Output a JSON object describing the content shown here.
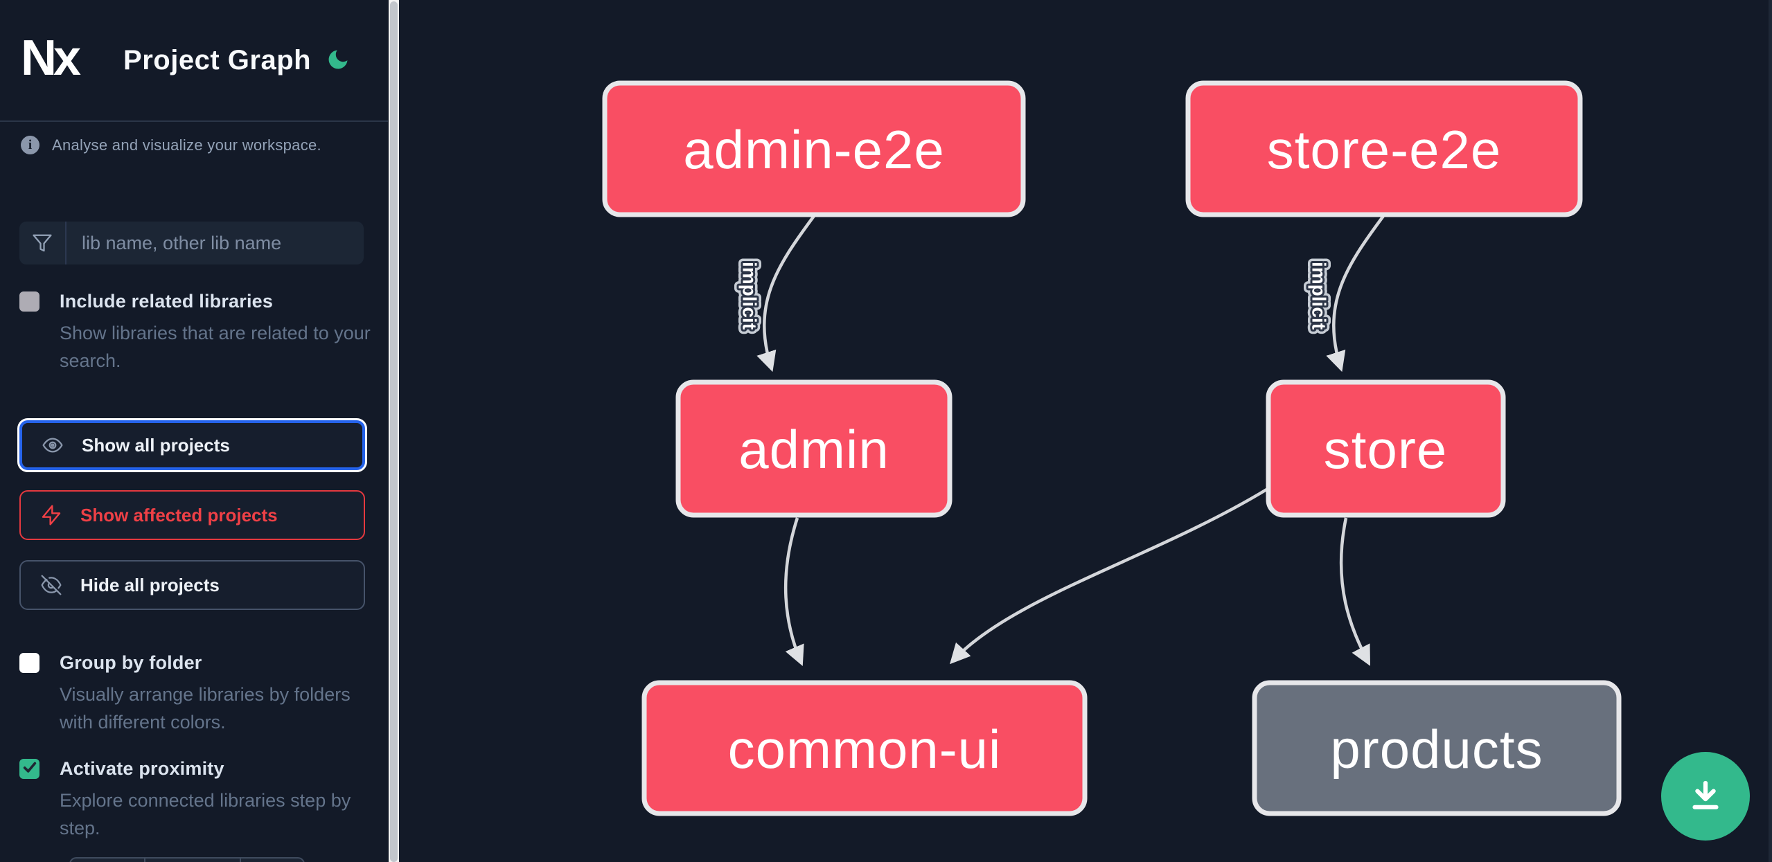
{
  "app": {
    "logo_text": "Nx",
    "title": "Project Graph"
  },
  "sidebar": {
    "info_text": "Analyse and visualize your workspace.",
    "search": {
      "placeholder": "lib name, other lib name",
      "value": ""
    },
    "options": [
      {
        "label": "Include related libraries",
        "description": "Show libraries that are related to your search.",
        "checked": false
      },
      {
        "label": "Group by folder",
        "description": "Visually arrange libraries by folders with different colors.",
        "checked": false
      },
      {
        "label": "Activate proximity",
        "description": "Explore connected libraries step by step.",
        "checked": true
      }
    ],
    "actions": [
      {
        "label": "Show all projects",
        "icon": "eye-icon",
        "state": "focused"
      },
      {
        "label": "Show affected projects",
        "icon": "lightning-icon",
        "state": "affected"
      },
      {
        "label": "Hide all projects",
        "icon": "eye-off-icon",
        "state": "default"
      }
    ]
  },
  "graph": {
    "nodes": [
      {
        "id": "admin-e2e",
        "label": "admin-e2e",
        "color": "#f94e63"
      },
      {
        "id": "store-e2e",
        "label": "store-e2e",
        "color": "#f94e63"
      },
      {
        "id": "admin",
        "label": "admin",
        "color": "#f94e63"
      },
      {
        "id": "store",
        "label": "store",
        "color": "#f94e63"
      },
      {
        "id": "common-ui",
        "label": "common-ui",
        "color": "#f94e63"
      },
      {
        "id": "products",
        "label": "products",
        "color": "#68707d"
      }
    ],
    "edges": [
      {
        "from": "admin-e2e",
        "to": "admin",
        "label": "implicit"
      },
      {
        "from": "store-e2e",
        "to": "store",
        "label": "implicit"
      },
      {
        "from": "admin",
        "to": "common-ui",
        "label": ""
      },
      {
        "from": "store",
        "to": "common-ui",
        "label": ""
      },
      {
        "from": "store",
        "to": "products",
        "label": ""
      }
    ]
  },
  "fab": {
    "icon": "download-icon"
  },
  "colors": {
    "background": "#131a28",
    "node_pink": "#f94e63",
    "node_gray": "#68707d",
    "node_border": "#e7e7ea",
    "edge": "#d4d6da",
    "accent_green": "#33b98c",
    "focus_blue": "#2563eb",
    "danger_red": "#ef4046"
  }
}
